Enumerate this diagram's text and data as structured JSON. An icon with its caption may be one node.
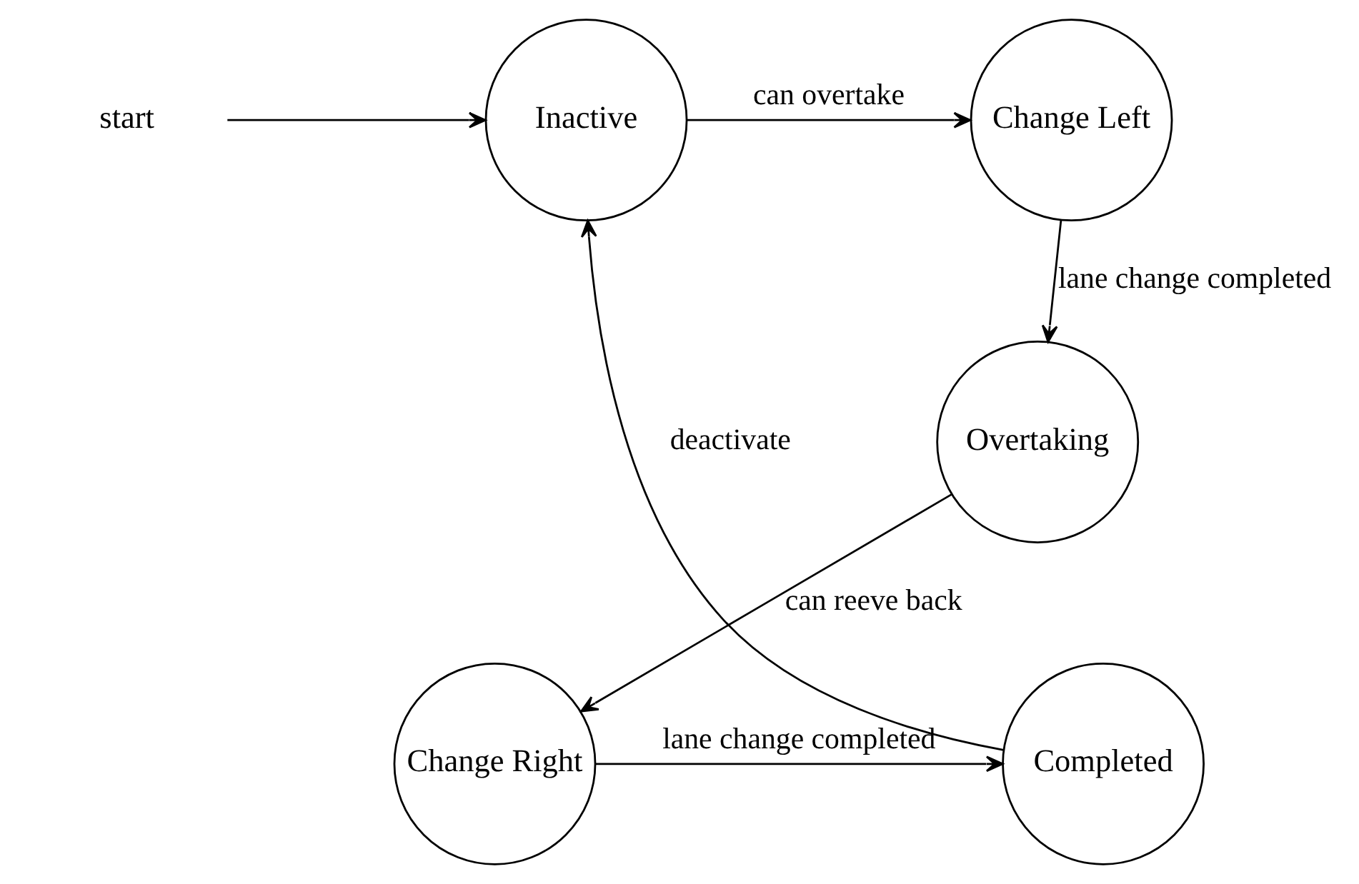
{
  "diagram": {
    "nodes": [
      {
        "text": [
          "start"
        ]
      },
      {
        "text": [
          "Inactive"
        ]
      },
      {
        "text": [
          "Change Left"
        ]
      },
      {
        "text": [
          "Overtaking"
        ]
      },
      {
        "text": [
          "Change Right"
        ]
      },
      {
        "text": [
          "Completed"
        ]
      }
    ],
    "edges": [
      {
        "from": 0,
        "to": 1,
        "arrow": "to"
      },
      {
        "from": 1,
        "to": 2,
        "arrow": "to",
        "label": "can overtake"
      },
      {
        "from": 2,
        "to": 3,
        "arrow": "to",
        "label": "lane change completed"
      },
      {
        "from": 3,
        "to": 4,
        "arrow": "to",
        "label": "can reeve back"
      },
      {
        "from": 4,
        "to": 5,
        "arrow": "to",
        "label": "lane change completed"
      },
      {
        "from": 5,
        "to": 1,
        "arrow": "to",
        "label": "deactivate"
      }
    ]
  }
}
